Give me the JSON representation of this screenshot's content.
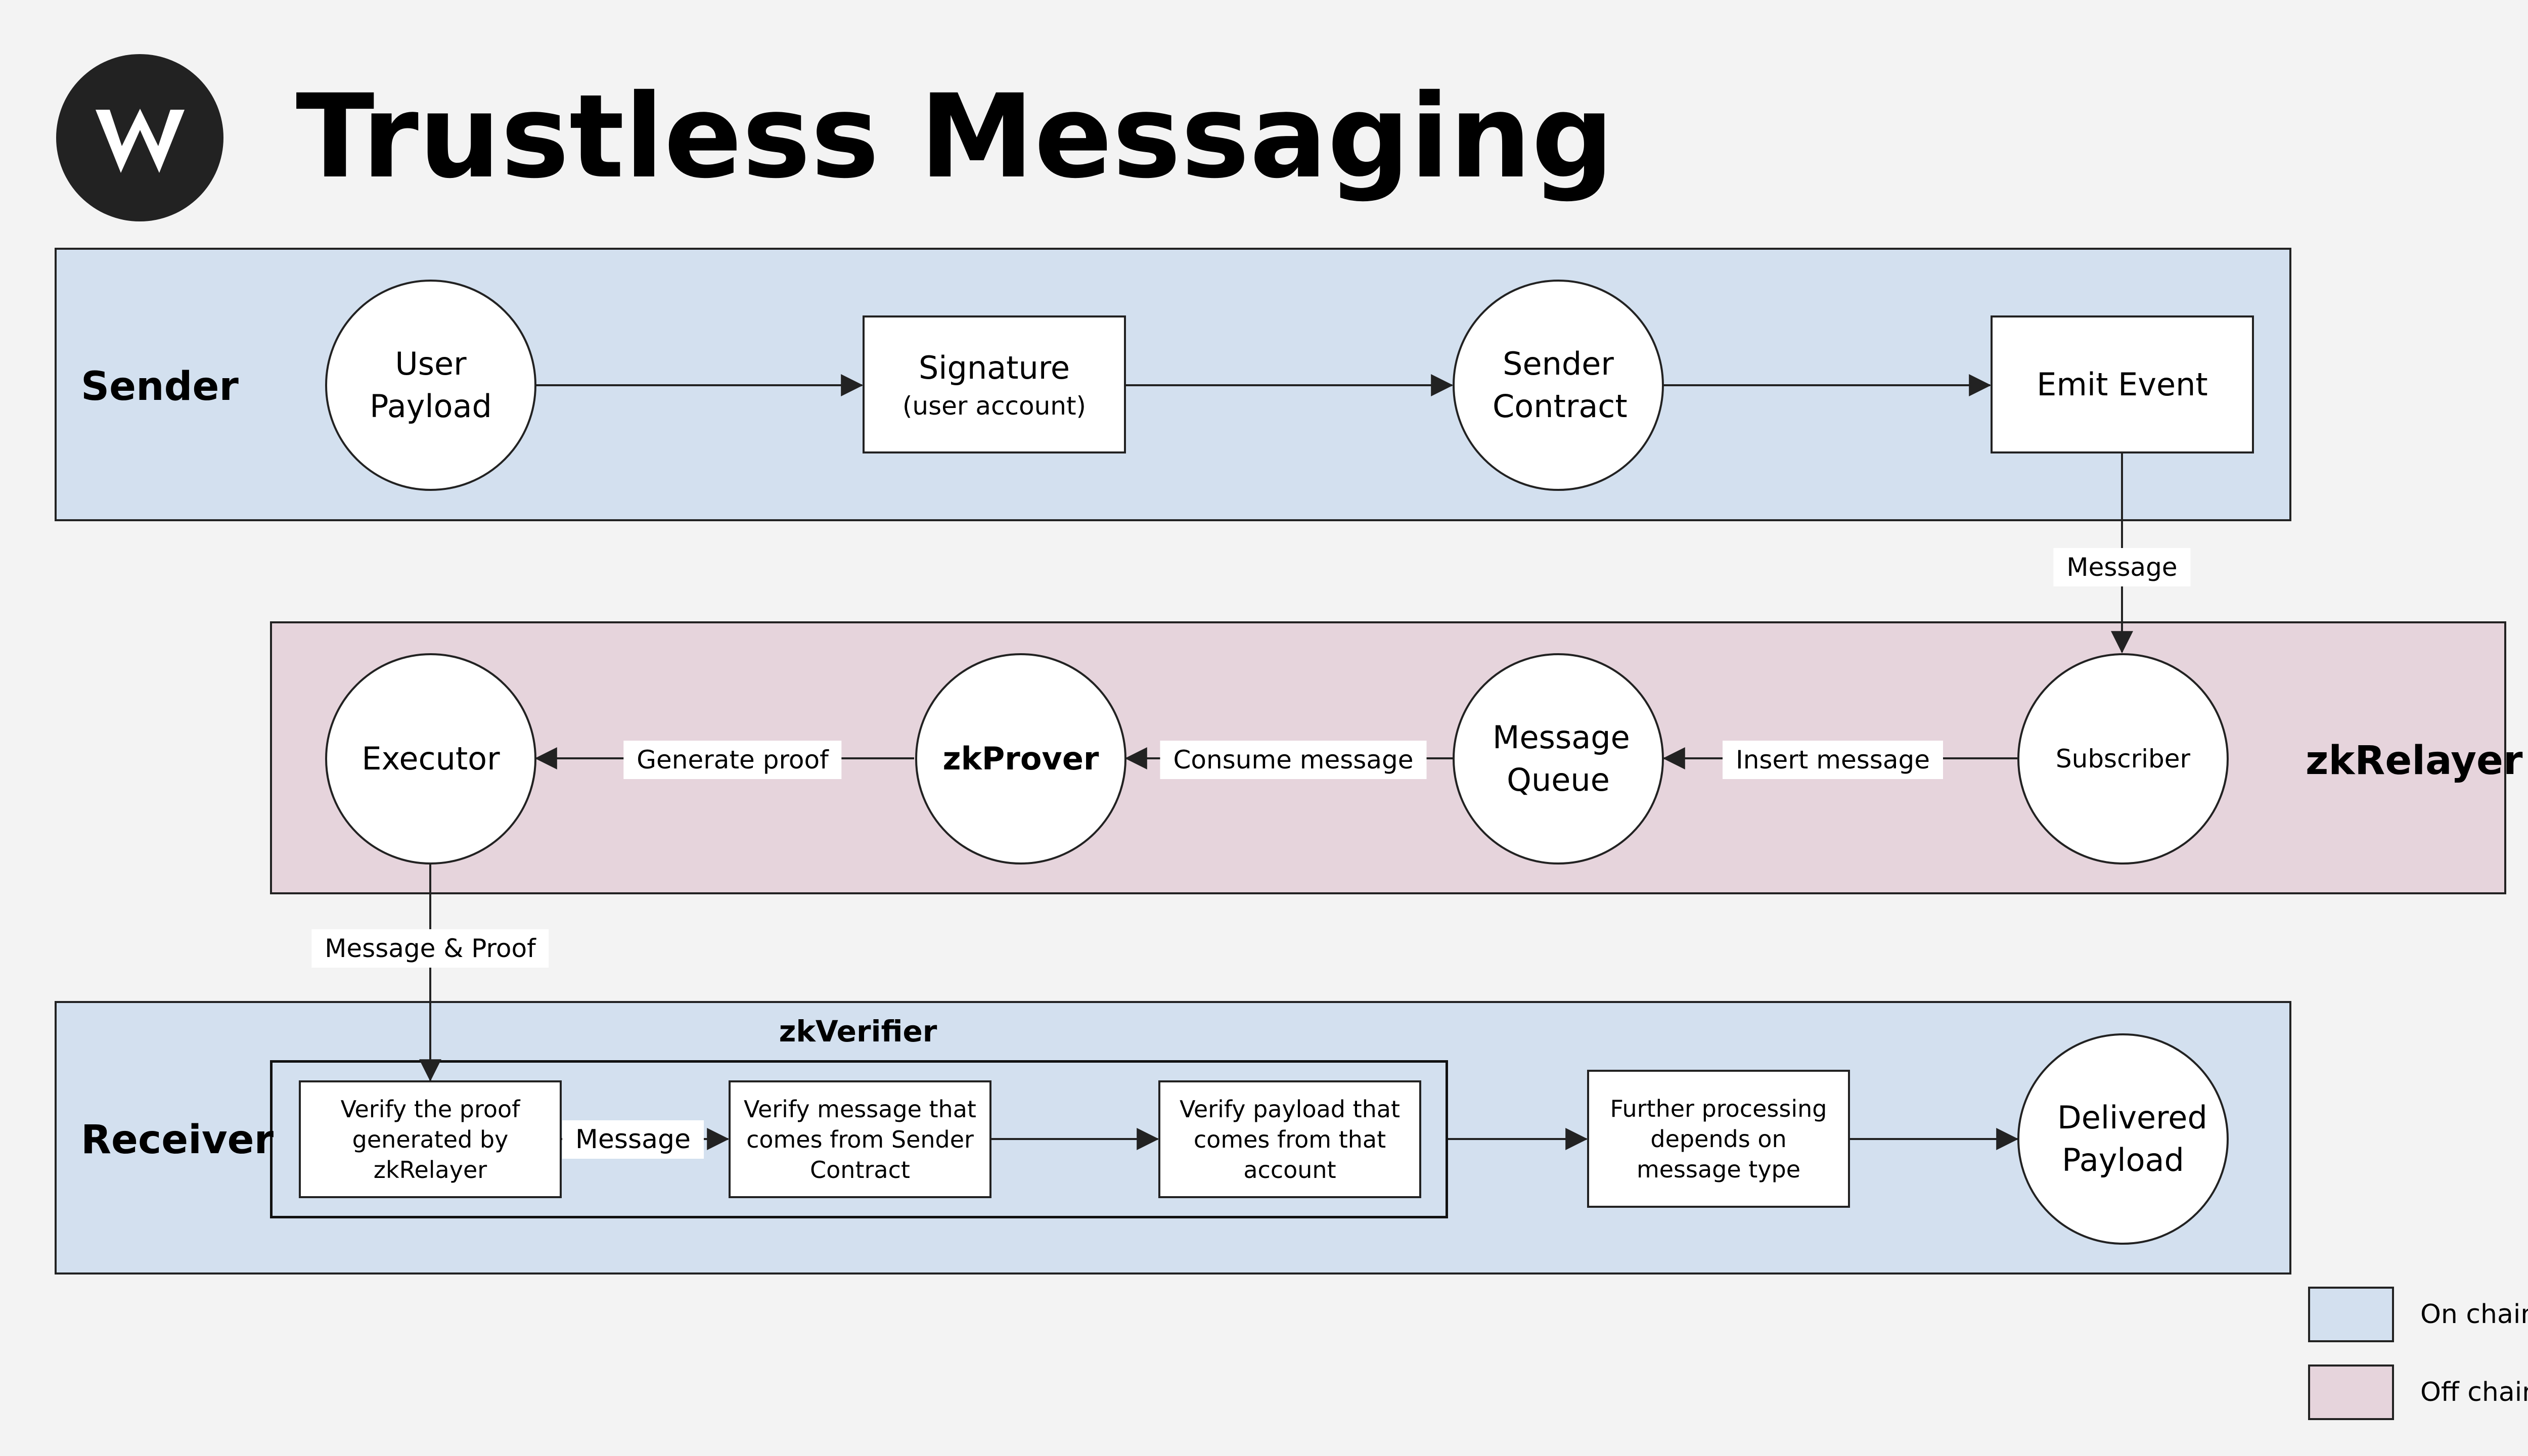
{
  "title": "Trustless Messaging",
  "logo": {
    "icon": "w-logo-icon",
    "color": "#222222"
  },
  "colors": {
    "on_chain": "#d3e0ef",
    "off_chain": "#e6d4dc",
    "stroke": "#222222"
  },
  "sender": {
    "label": "Sender",
    "nodes": {
      "user_payload": "User Payload",
      "signature": "Signature",
      "signature_sub": "(user account)",
      "sender_contract": "Sender Contract",
      "emit_event": "Emit Event"
    }
  },
  "relayer": {
    "label": "zkRelayer",
    "nodes": {
      "executor": "Executor",
      "zkprover": "zkProver",
      "message_queue": "Message Queue",
      "subscriber": "Subscriber"
    },
    "edges": {
      "message_in": "Message",
      "insert_message": "Insert message",
      "consume_message": "Consume message",
      "generate_proof": "Generate proof",
      "message_proof": "Message & Proof"
    }
  },
  "receiver": {
    "label": "Receiver",
    "group_label": "zkVerifier",
    "nodes": {
      "verify_proof": "Verify the proof generated by zkRelayer",
      "verify_message": "Verify message that comes from Sender Contract",
      "verify_payload": "Verify payload that comes from that account",
      "further_processing": "Further processing depends on message type",
      "delivered_payload": "Delivered Payload"
    },
    "edges": {
      "message": "Message"
    }
  },
  "legend": [
    {
      "label": "On chain",
      "color": "#d3e0ef"
    },
    {
      "label": "Off chain",
      "color": "#e6d4dc"
    }
  ]
}
